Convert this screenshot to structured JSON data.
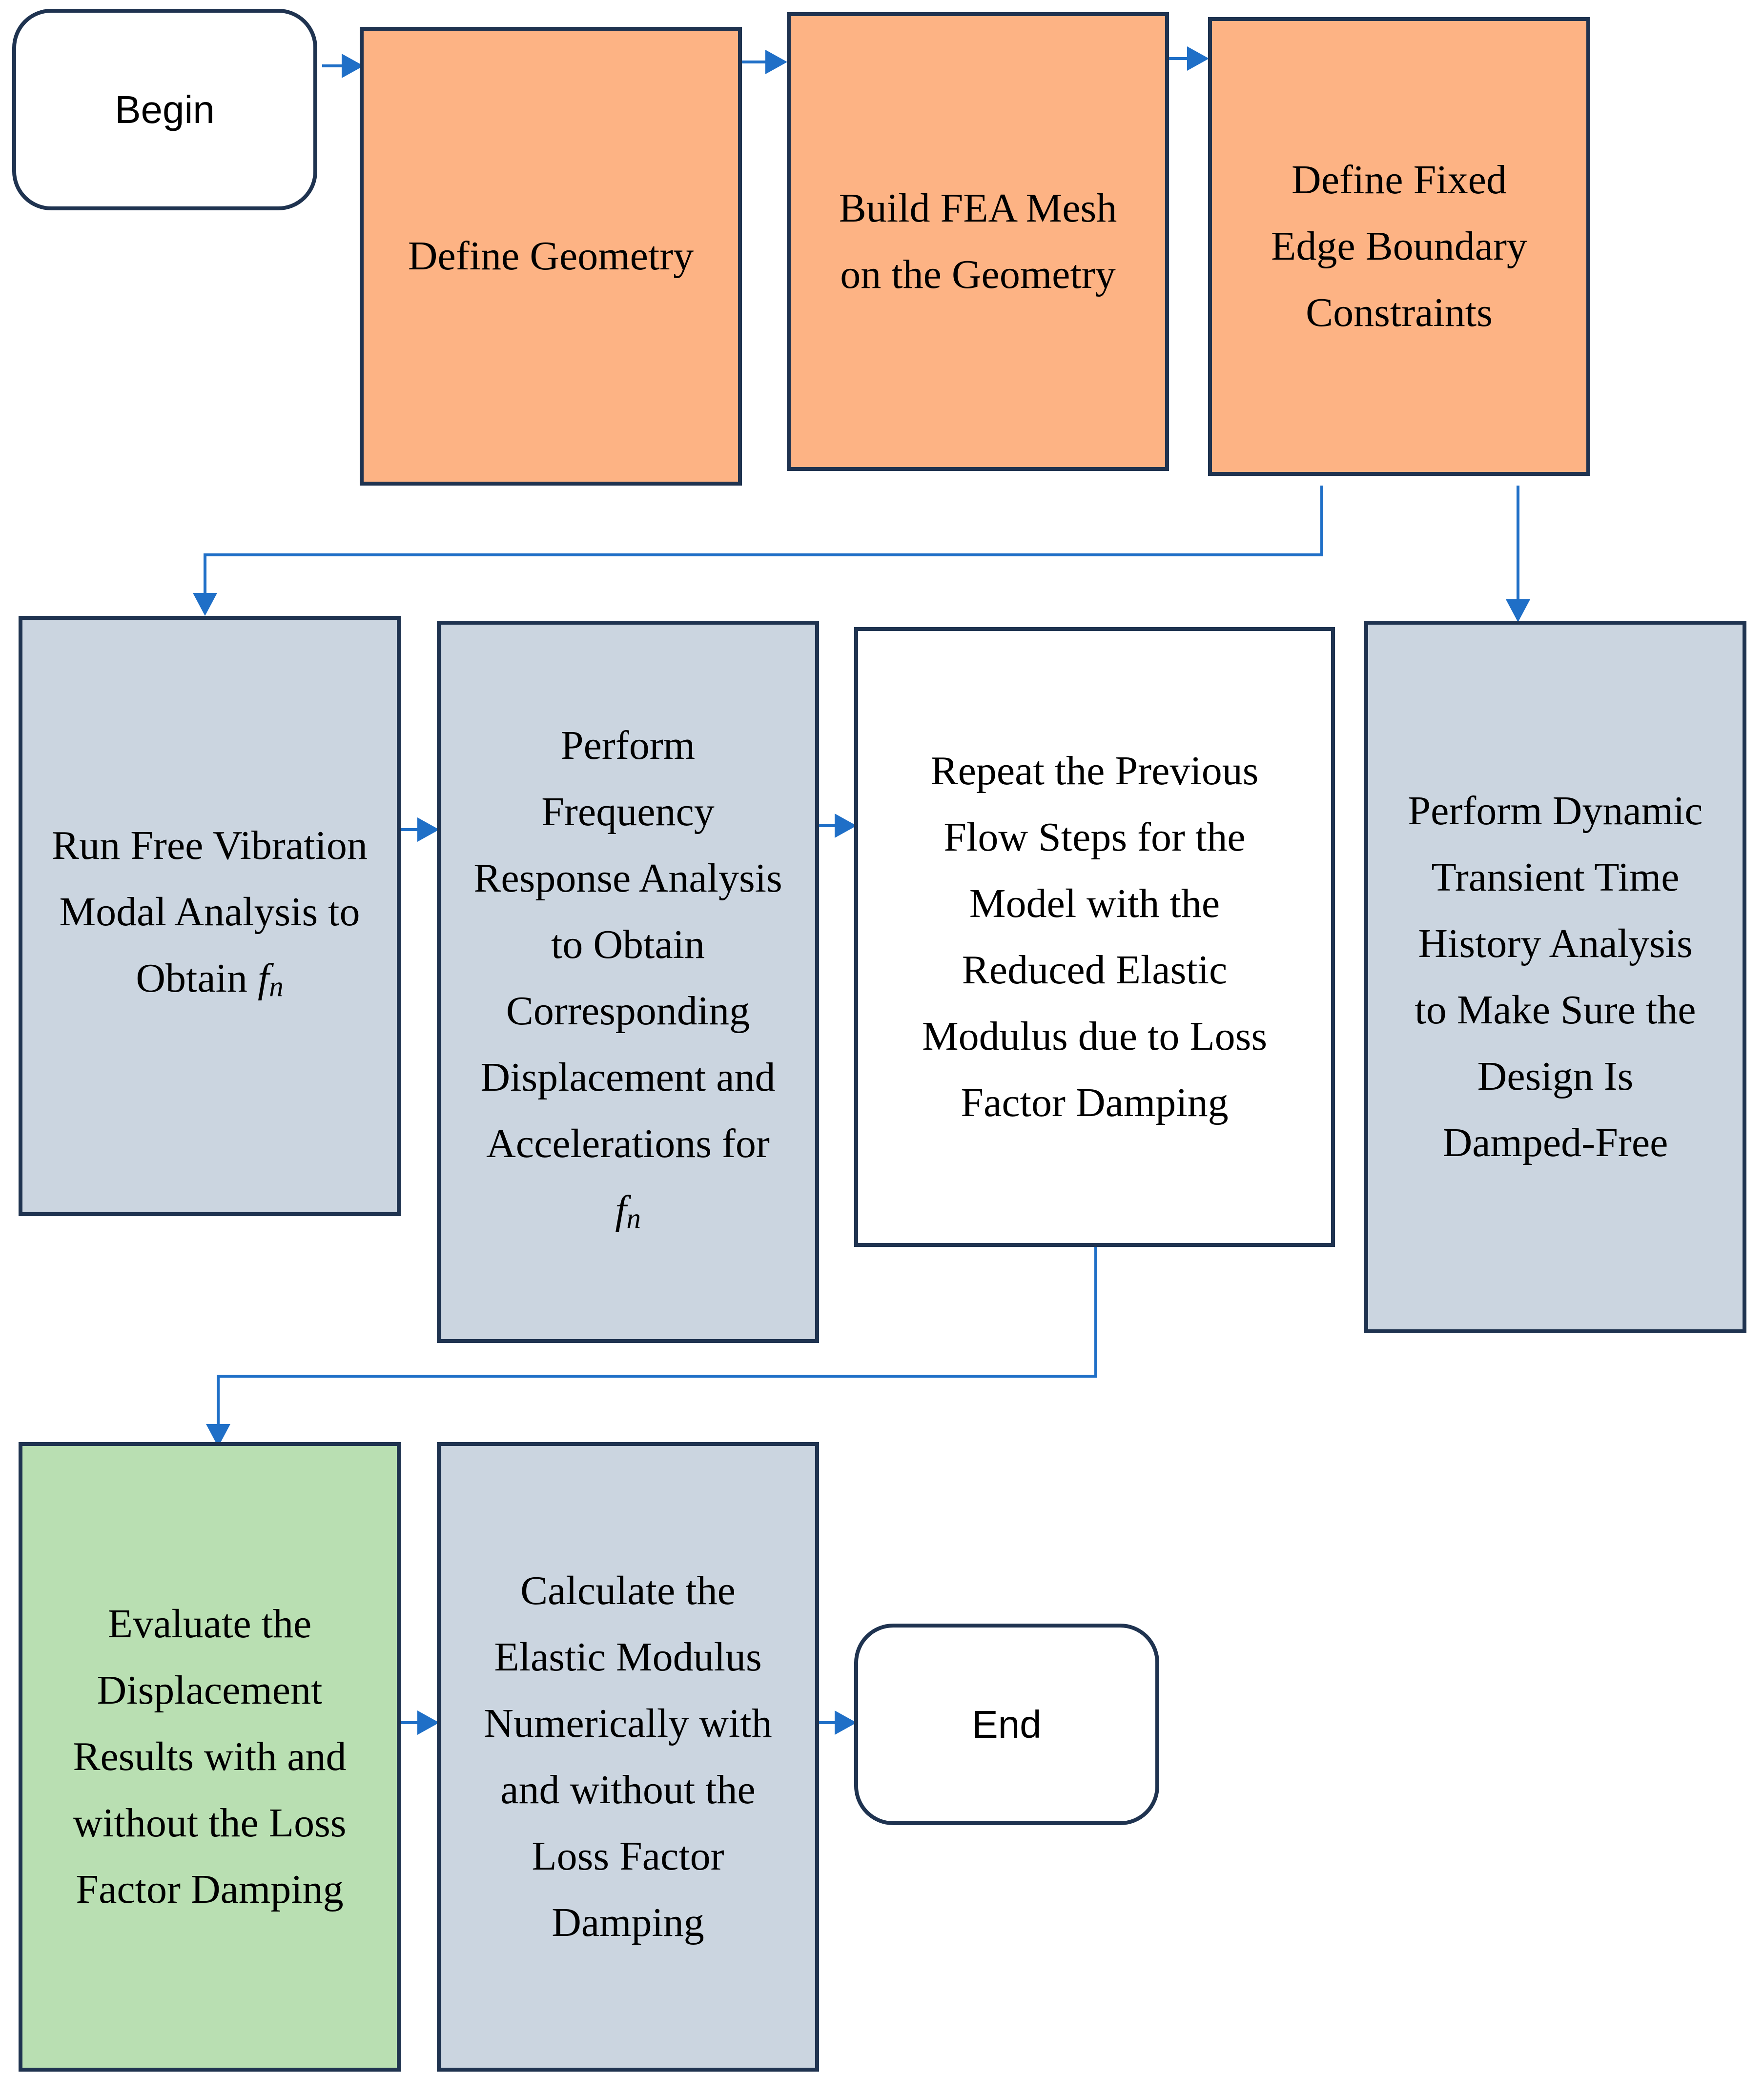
{
  "nodes": {
    "begin": {
      "label": "Begin"
    },
    "define_geometry": {
      "label": "Define Geometry"
    },
    "build_mesh": {
      "label": "Build FEA Mesh on the Geometry"
    },
    "define_constraints": {
      "label": "Define Fixed Edge Boundary Constraints"
    },
    "modal_analysis": {
      "label": "Run Free Vibration Modal Analysis to Obtain",
      "symbol": "f",
      "subscript": "n"
    },
    "frequency_response": {
      "label": "Perform Frequency Response Analysis to Obtain Corresponding Displacement and Accelerations for",
      "symbol": "f",
      "subscript": "n"
    },
    "repeat_steps": {
      "label": "Repeat the Previous Flow Steps for the Model with the Reduced Elastic Modulus due to Loss Factor Damping"
    },
    "transient_analysis": {
      "label": "Perform Dynamic Transient Time History Analysis to Make Sure the Design Is Damped-Free"
    },
    "evaluate_results": {
      "label": "Evaluate the Displacement Results with and without the Loss Factor Damping"
    },
    "calculate_modulus": {
      "label": "Calculate the Elastic Modulus Numerically with and without the Loss Factor Damping"
    },
    "end": {
      "label": "End"
    }
  },
  "colors": {
    "setup_step": "#fdb384",
    "analysis_step": "#cbd5e0",
    "evaluation_step": "#b9dfb2",
    "border": "#1f3350",
    "arrow": "#1f6fc7"
  }
}
